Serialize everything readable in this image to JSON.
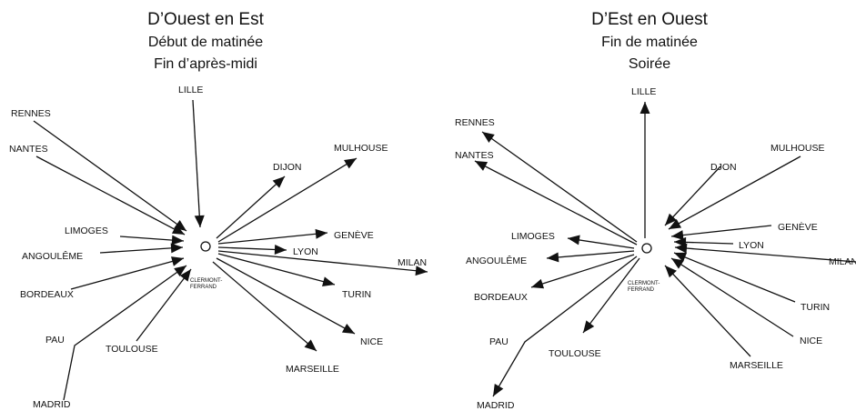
{
  "left": {
    "title_lines": [
      "D’Ouest en Est",
      "Début de matinée",
      "Fin d’après-midi"
    ],
    "hub_label_lines": [
      "CLERMONT-",
      "FERRAND"
    ],
    "cities": [
      {
        "name": "LILLE"
      },
      {
        "name": "RENNES"
      },
      {
        "name": "NANTES"
      },
      {
        "name": "LIMOGES"
      },
      {
        "name": "ANGOULÊME"
      },
      {
        "name": "BORDEAUX"
      },
      {
        "name": "PAU"
      },
      {
        "name": "MADRID"
      },
      {
        "name": "TOULOUSE"
      },
      {
        "name": "DIJON"
      },
      {
        "name": "MULHOUSE"
      },
      {
        "name": "GENÈVE"
      },
      {
        "name": "LYON"
      },
      {
        "name": "MILAN"
      },
      {
        "name": "TURIN"
      },
      {
        "name": "NICE"
      },
      {
        "name": "MARSEILLE"
      }
    ]
  },
  "right": {
    "title_lines": [
      "D’Est en Ouest",
      "Fin de matinée",
      "Soirée"
    ],
    "hub_label_lines": [
      "CLERMONT-",
      "FERRAND"
    ],
    "cities": [
      {
        "name": "LILLE"
      },
      {
        "name": "RENNES"
      },
      {
        "name": "NANTES"
      },
      {
        "name": "LIMOGES"
      },
      {
        "name": "ANGOULÊME"
      },
      {
        "name": "BORDEAUX"
      },
      {
        "name": "PAU"
      },
      {
        "name": "MADRID"
      },
      {
        "name": "TOULOUSE"
      },
      {
        "name": "DJON"
      },
      {
        "name": "MULHOUSE"
      },
      {
        "name": "GENÈVE"
      },
      {
        "name": "LYON"
      },
      {
        "name": "MILAN"
      },
      {
        "name": "TURIN"
      },
      {
        "name": "NICE"
      },
      {
        "name": "MARSEILLE"
      }
    ]
  }
}
